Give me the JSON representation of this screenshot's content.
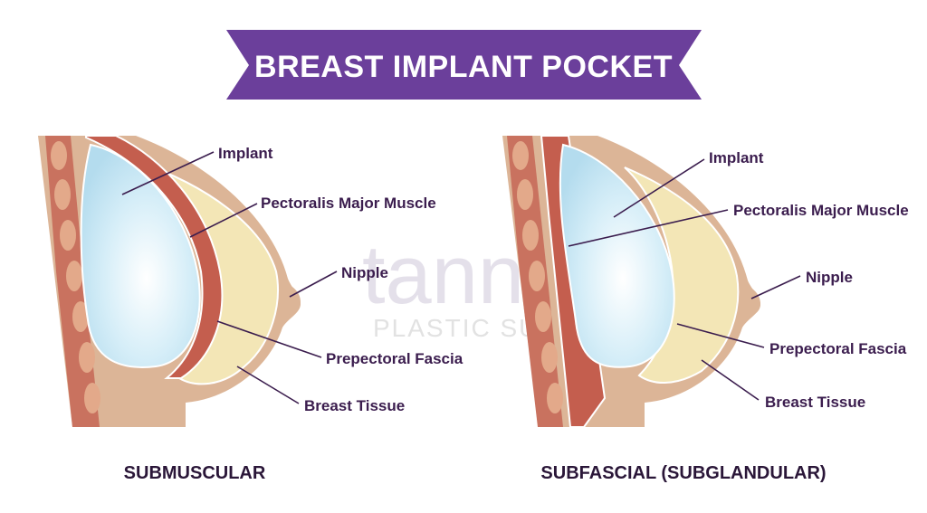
{
  "title": "BREAST IMPLANT POCKET",
  "watermark": {
    "brand": "tannan",
    "subtitle": "PLASTIC SURGERY"
  },
  "colors": {
    "banner": "#6b3f9b",
    "skin": "#dcb597",
    "muscle_outer": "#c9725f",
    "rib": "#e3a98a",
    "muscle": "#c45e4e",
    "implant": "#c9e8f4",
    "tissue": "#f3e6b6",
    "label": "#3b1d4e"
  },
  "left": {
    "caption": "SUBMUSCULAR",
    "labels": {
      "implant": "Implant",
      "pectoralis": "Pectoralis Major Muscle",
      "nipple": "Nipple",
      "fascia": "Prepectoral Fascia",
      "tissue": "Breast Tissue"
    }
  },
  "right": {
    "caption": "SUBFASCIAL (SUBGLANDULAR)",
    "labels": {
      "implant": "Implant",
      "pectoralis": "Pectoralis Major Muscle",
      "nipple": "Nipple",
      "fascia": "Prepectoral Fascia",
      "tissue": "Breast Tissue"
    }
  }
}
